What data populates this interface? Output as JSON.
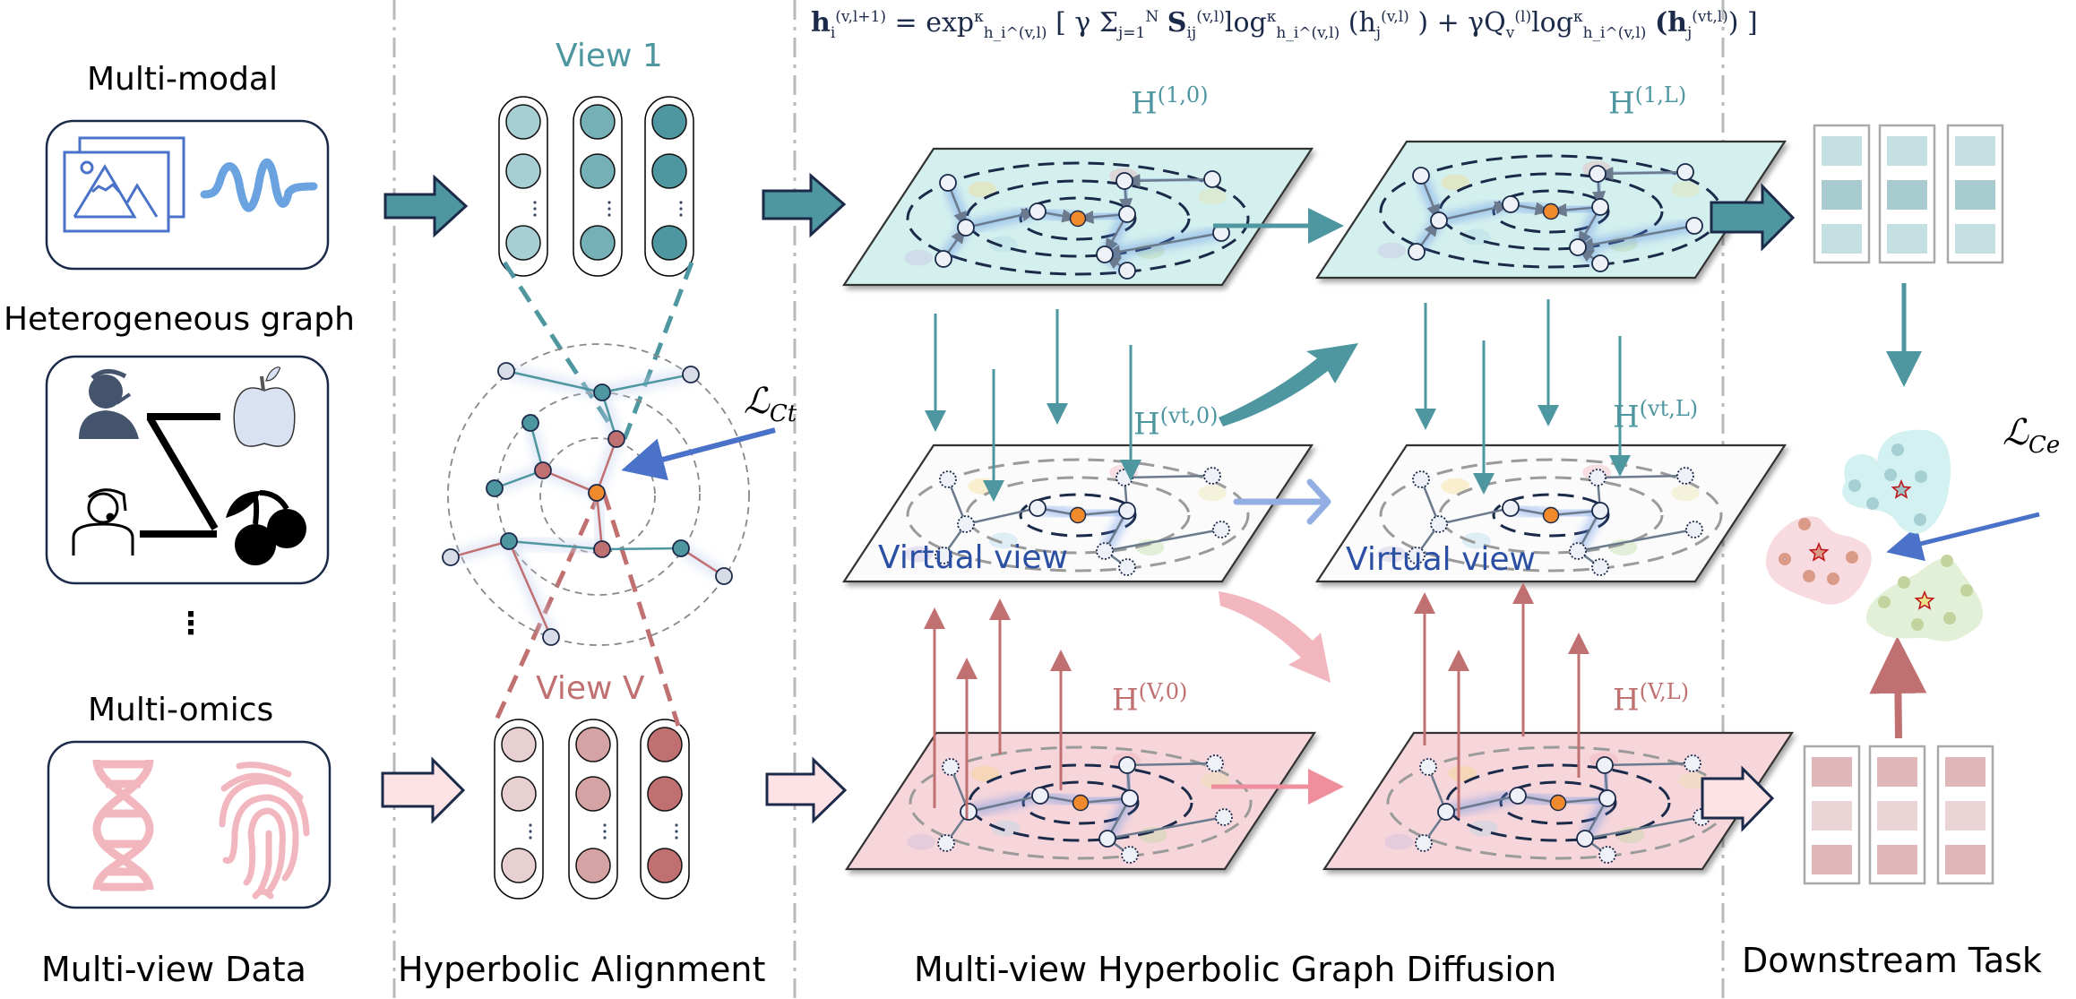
{
  "sections": {
    "data": "Multi-view Data",
    "alignment": "Hyperbolic Alignment",
    "diffusion": "Multi-view Hyperbolic Graph Diffusion",
    "downstream": "Downstream Task"
  },
  "sources": {
    "multimodal": "Multi-modal",
    "hetero": "Heterogeneous graph",
    "ellipsis": "⋮",
    "omics": "Multi-omics"
  },
  "views": {
    "view1": "View 1",
    "viewV": "View V",
    "virtual": "Virtual view"
  },
  "formula": {
    "lhs": "h",
    "lhs_sub": "i",
    "lhs_sup": "(v,l+1)",
    "eq": " = exp",
    "exp_sup": "κ",
    "exp_sub": "h_i^(v,l)",
    "body1": "[ γ Σ",
    "sum_sub": "j=1",
    "sum_sup": "N",
    "S": "S",
    "S_sub": "ij",
    "S_sup": "(v,l)",
    "log": "log",
    "log_sup": "κ",
    "log_sub": "h_i^(v,l)",
    "arg1": "(h",
    "arg1_sub": "j",
    "arg1_sup": "(v,l)",
    "plus": ") + γQ",
    "Q_sub": "v",
    "Q_sup": "(l)",
    "log2": "log",
    "arg2": "(h",
    "arg2_sub": "j",
    "arg2_sup": "(vt,l)",
    "close": ") ]"
  },
  "hlabels": {
    "h10": {
      "base": "H",
      "sup": "(1,0)"
    },
    "h1L": {
      "base": "H",
      "sup": "(1,L)"
    },
    "hvt0": {
      "base": "H",
      "sup": "(vt,0)"
    },
    "hvtL": {
      "base": "H",
      "sup": "(vt,L)"
    },
    "hV0": {
      "base": "H",
      "sup": "(V,0)"
    },
    "hVL": {
      "base": "H",
      "sup": "(V,L)"
    }
  },
  "losses": {
    "ct": {
      "base": "ℒ",
      "sub": "Ct"
    },
    "ce": {
      "base": "ℒ",
      "sub": "Ce"
    }
  },
  "colors": {
    "teal": "#4e97a0",
    "teal_light": "#a7cfd3",
    "teal_mid": "#74b0b6",
    "rose": "#c07070",
    "rose_light": "#e8cfd1",
    "rose_mid": "#d6a3a4",
    "navy": "#1c2a4a",
    "blue_icon": "#4a72c8",
    "blue_wave": "#6aa3e0",
    "pink_icon": "#f2b6bf",
    "orange": "#f08a2c",
    "plane_teal": "#d4f0ee",
    "plane_pink": "#f6d6db",
    "plane_white": "#fbfbfb",
    "virtual_arrow": "#93aee3",
    "loss_arrow": "#4a72c8"
  },
  "embeddings": {
    "view1_shades": [
      "#a7cfd3",
      "#74b0b6",
      "#4e97a0"
    ],
    "viewV_shades": [
      "#e8cfd1",
      "#d6a3a4",
      "#c07070"
    ]
  },
  "outputs": {
    "teal_rows": [
      "#c3dfe2",
      "#a8cbd0",
      "#c3dfe2"
    ],
    "rose_rows": [
      "#dfb7b8",
      "#ead4d5",
      "#dfb7b8"
    ]
  },
  "clusters": [
    {
      "name": "cluster-teal",
      "fill": "#d3f1f0",
      "dot": "#a6cfd3",
      "star": "#9fc3c6"
    },
    {
      "name": "cluster-pink",
      "fill": "#f8dbe0",
      "dot": "#d99a88",
      "star": "#d99a88"
    },
    {
      "name": "cluster-green",
      "fill": "#e3f0d8",
      "dot": "#c3d39d",
      "star": "#e8e38a"
    }
  ]
}
